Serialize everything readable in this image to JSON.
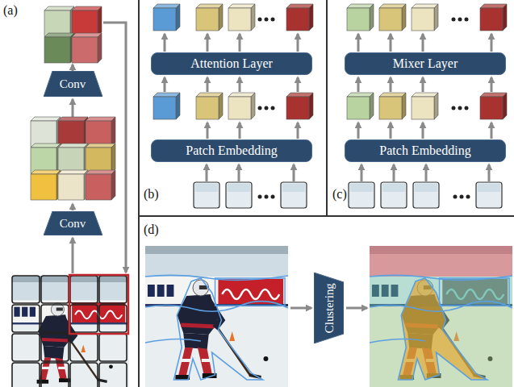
{
  "diagram": {
    "nodes": [
      {
        "text": [
          "Conv"
        ]
      },
      {
        "text": [
          "Conv"
        ]
      },
      {
        "text": [
          "Attention Layer"
        ]
      },
      {
        "text": [
          "Patch Embedding"
        ]
      },
      {
        "text": [
          "Mixer Layer"
        ]
      },
      {
        "text": [
          "Patch Embedding"
        ]
      },
      {
        "text": [
          "Clustering"
        ]
      }
    ],
    "labels": [
      "(a)",
      "(b)",
      "(c)",
      "(d)"
    ]
  }
}
